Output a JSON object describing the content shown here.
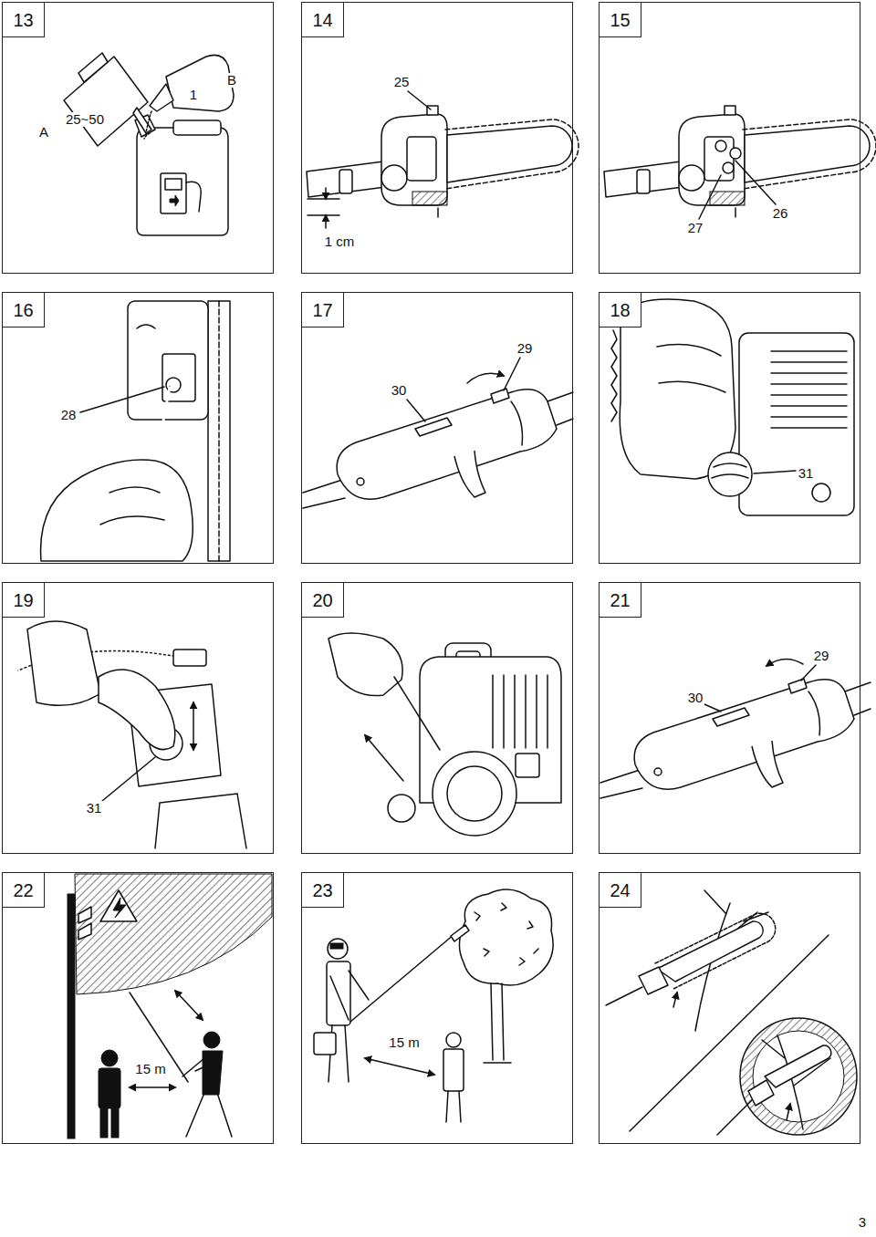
{
  "diagram": {
    "nodes": [
      {
        "text": [
          "13"
        ]
      },
      {
        "text": [
          "14"
        ]
      },
      {
        "text": [
          "15"
        ]
      },
      {
        "text": [
          "16"
        ]
      },
      {
        "text": [
          "17"
        ]
      },
      {
        "text": [
          "18"
        ]
      },
      {
        "text": [
          "19"
        ]
      },
      {
        "text": [
          "20"
        ]
      },
      {
        "text": [
          "21"
        ]
      },
      {
        "text": [
          "22"
        ]
      },
      {
        "text": [
          "23"
        ]
      },
      {
        "text": [
          "24"
        ]
      }
    ],
    "labels": [
      "A",
      "25~50",
      "1",
      "B",
      "25",
      "1 cm",
      "27",
      "26",
      "28",
      "29",
      "30",
      "31",
      "31",
      "29",
      "30",
      "15 m",
      "15 m",
      "3"
    ]
  }
}
